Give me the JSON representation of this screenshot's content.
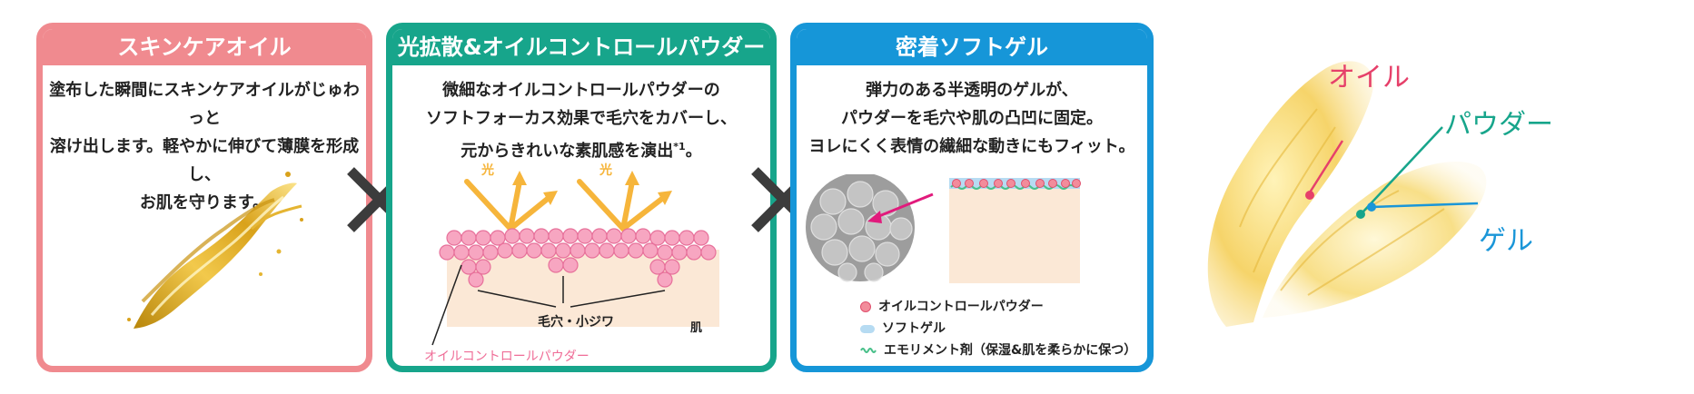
{
  "cards": [
    {
      "title": "スキンケアオイル",
      "lines": [
        "塗布した瞬間にスキンケアオイルがじゅわっと",
        "溶け出します。軽やかに伸びて薄膜を形成し、",
        "お肌を守ります。"
      ]
    },
    {
      "title": "光拡散&オイルコントロールパウダー",
      "lines": [
        "微細なオイルコントロールパウダーの",
        "ソフトフォーカス効果で毛穴をカバーし、",
        "元からきれいな素肌感を演出"
      ],
      "footnote": "*1",
      "line3_end": "。",
      "light_label_1": "光",
      "light_label_2": "光",
      "pore_label": "毛穴・小ジワ",
      "skin_label": "肌",
      "powder_label": "オイルコントロールパウダー"
    },
    {
      "title": "密着ソフトゲル",
      "lines": [
        "弾力のある半透明のゲルが、",
        "パウダーを毛穴や肌の凸凹に固定。",
        "ヨレにくく表情の繊細な動きにもフィット。"
      ],
      "legend": [
        {
          "label": "オイルコントロールパウダー",
          "color": "#f28c9b"
        },
        {
          "label": "ソフトゲル",
          "color": "#b6dbf2"
        },
        {
          "label": "エモリメント剤（保湿&肌を柔らかに保つ）",
          "color": "#49c08a"
        }
      ]
    }
  ],
  "product": {
    "oil_label": "オイル",
    "oil_color": "#e6406a",
    "powder_label": "パウダー",
    "powder_color": "#17a58b",
    "gel_label": "ゲル",
    "gel_color": "#1a96d8"
  },
  "colors": {
    "pink": "#f08a8f",
    "teal": "#17a58b",
    "blue": "#1696d8",
    "times": "#3c3c3c",
    "light_arrow": "#f6b53b"
  }
}
